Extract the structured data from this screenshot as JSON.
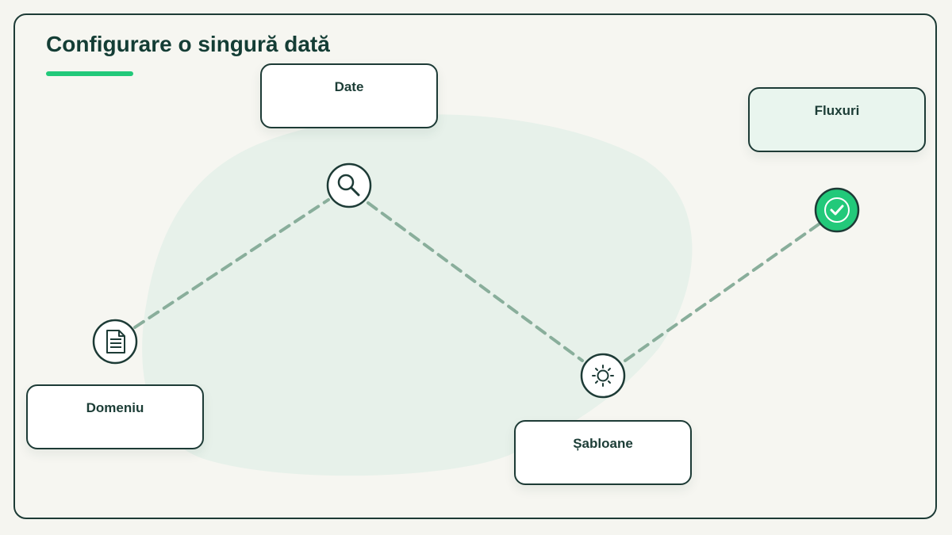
{
  "title": "Configurare o singură dată",
  "colors": {
    "dark": "#1d3b36",
    "accent": "#22c97a",
    "connector": "#89ae9b",
    "blob": "#e7f1ea"
  },
  "steps": [
    {
      "label": "Domeniu",
      "icon": "document-icon"
    },
    {
      "label": "Date",
      "icon": "search-icon"
    },
    {
      "label": "Șabloane",
      "icon": "sun-icon"
    },
    {
      "label": "Fluxuri",
      "icon": "check-circle-icon"
    }
  ]
}
